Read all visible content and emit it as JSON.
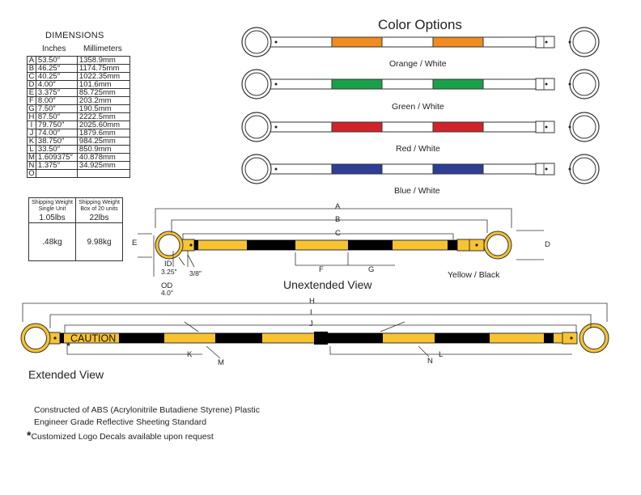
{
  "dimensions": {
    "title": "DIMENSIONS",
    "col_inches": "Inches",
    "col_mm": "Millimeters",
    "rows": [
      {
        "letter": "A",
        "inches": "53.50″",
        "mm": "1358.9mm"
      },
      {
        "letter": "B",
        "inches": "46.25″",
        "mm": "1174.75mm"
      },
      {
        "letter": "C",
        "inches": "40.25″",
        "mm": "1022.35mm"
      },
      {
        "letter": "D",
        "inches": "4.00″",
        "mm": "101.6mm"
      },
      {
        "letter": "E",
        "inches": "3.375″",
        "mm": "85.725mm"
      },
      {
        "letter": "F",
        "inches": "8.00″",
        "mm": "203.2mm"
      },
      {
        "letter": "G",
        "inches": "7.50″",
        "mm": "190.5mm"
      },
      {
        "letter": "H",
        "inches": "87.50″",
        "mm": "2222.5mm"
      },
      {
        "letter": "I",
        "inches": "79.750″",
        "mm": "2025.60mm"
      },
      {
        "letter": "J",
        "inches": "74.00″",
        "mm": "1879.6mm"
      },
      {
        "letter": "K",
        "inches": "38.750″",
        "mm": "984.25mm"
      },
      {
        "letter": "L",
        "inches": "33.50″",
        "mm": "850.9mm"
      },
      {
        "letter": "M",
        "inches": "1.609375″",
        "mm": "40.878mm"
      },
      {
        "letter": "N",
        "inches": "1.375″",
        "mm": "34.925mm"
      },
      {
        "letter": "O",
        "inches": "",
        "mm": ""
      }
    ]
  },
  "shipping": {
    "single_head": "Shipping Weight Single Unit",
    "box_head": "Shipping Weight Box of 20 units",
    "single_lbs": "1.05lbs",
    "box_lbs": "22lbs",
    "single_kg": ".48kg",
    "box_kg": "9.98kg"
  },
  "color_options": {
    "title": "Color Options",
    "options": [
      {
        "label": "Orange / White",
        "color": "#f28c1e"
      },
      {
        "label": "Green / White",
        "color": "#1aa04a"
      },
      {
        "label": "Red / White",
        "color": "#d2232a"
      },
      {
        "label": "Blue / White",
        "color": "#2e3d96"
      }
    ]
  },
  "unextended": {
    "title": "Unextended View",
    "color_label": "Yellow / Black",
    "labels": {
      "A": "A",
      "B": "B",
      "C": "C",
      "D": "D",
      "E": "E",
      "F": "F",
      "G": "G",
      "id": "ID",
      "id_val": "3.25″",
      "od": "OD",
      "od_val": "4.0″",
      "frac": "3/8″"
    }
  },
  "extended": {
    "title": "Extended View",
    "caution": "CAUTION",
    "asterisk": "*",
    "labels": {
      "H": "H",
      "I": "I",
      "J": "J",
      "K": "K",
      "L": "L",
      "M": "M",
      "N": "N"
    }
  },
  "notes": {
    "line1": "Constructed of ABS (Acrylonitrile Butadiene Styrene) Plastic",
    "line2": "Engineer Grade Reflective Sheeting Standard",
    "line3_star": "*",
    "line3": "Customized Logo Decals available upon request"
  },
  "colors": {
    "yellow": "#f7c331",
    "black": "#000000",
    "white": "#ffffff",
    "outline": "#333333"
  }
}
